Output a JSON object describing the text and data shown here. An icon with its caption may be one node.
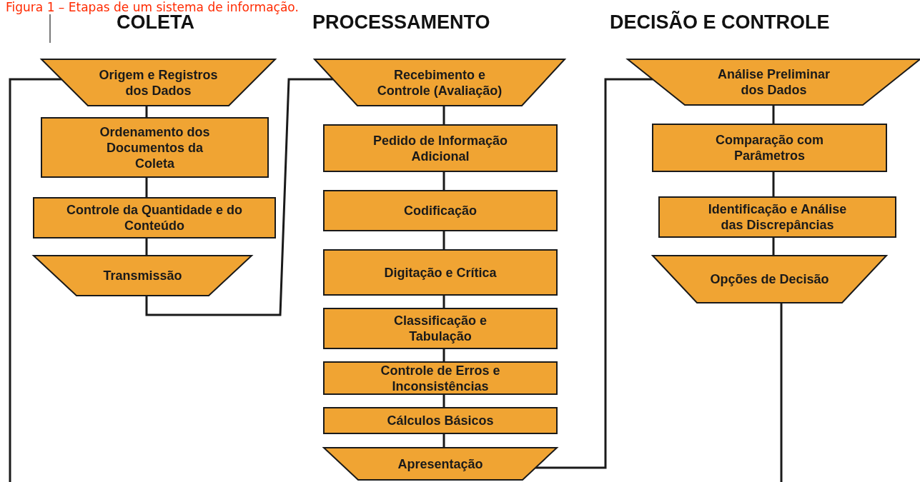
{
  "diagram": {
    "title": "Figura 1 – Etapas de um sistema de informação.",
    "nodes": [
      {
        "text": [
          "Origem e Registros dos Dados"
        ]
      },
      {
        "text": [
          "Ordenamento dos Documentos da Coleta"
        ]
      },
      {
        "text": [
          "Controle da Quantidade e do Conteúdo"
        ]
      },
      {
        "text": [
          "Transmissão"
        ]
      },
      {
        "text": [
          "Recebimento e Controle (Avaliação)"
        ]
      },
      {
        "text": [
          "Pedido de Informação Adicional"
        ]
      },
      {
        "text": [
          "Codificação"
        ]
      },
      {
        "text": [
          "Digitação e Crítica"
        ]
      },
      {
        "text": [
          "Classificação e Tabulação"
        ]
      },
      {
        "text": [
          "Controle de Erros e Inconsistências"
        ]
      },
      {
        "text": [
          "Cálculos Básicos"
        ]
      },
      {
        "text": [
          "Apresentação"
        ]
      },
      {
        "text": [
          "Análise Preliminar dos Dados"
        ]
      },
      {
        "text": [
          "Comparação com Parâmetros"
        ]
      },
      {
        "text": [
          "Identificação e Análise das Discrepâncias"
        ]
      },
      {
        "text": [
          "Opções de Decisão"
        ]
      }
    ],
    "edges": [
      {
        "from": 0,
        "to": 1,
        "arrow": "none"
      },
      {
        "from": 1,
        "to": 2,
        "arrow": "none"
      },
      {
        "from": 2,
        "to": 3,
        "arrow": "none"
      },
      {
        "from": 3,
        "to": 4,
        "arrow": "none"
      },
      {
        "from": 4,
        "to": 5,
        "arrow": "none"
      },
      {
        "from": 5,
        "to": 6,
        "arrow": "none"
      },
      {
        "from": 6,
        "to": 7,
        "arrow": "none"
      },
      {
        "from": 7,
        "to": 8,
        "arrow": "none"
      },
      {
        "from": 8,
        "to": 9,
        "arrow": "none"
      },
      {
        "from": 9,
        "to": 10,
        "arrow": "none"
      },
      {
        "from": 10,
        "to": 11,
        "arrow": "none"
      },
      {
        "from": 11,
        "to": 12,
        "arrow": "none"
      },
      {
        "from": 12,
        "to": 13,
        "arrow": "none"
      },
      {
        "from": 13,
        "to": 14,
        "arrow": "none"
      },
      {
        "from": 14,
        "to": 15,
        "arrow": "none"
      },
      {
        "from": 0,
        "to": null,
        "arrow": "none"
      },
      {
        "from": 15,
        "to": null,
        "arrow": "none"
      }
    ],
    "labels": [
      "COLETA",
      "PROCESSAMENTO",
      "DECISÃO E CONTROLE"
    ]
  }
}
